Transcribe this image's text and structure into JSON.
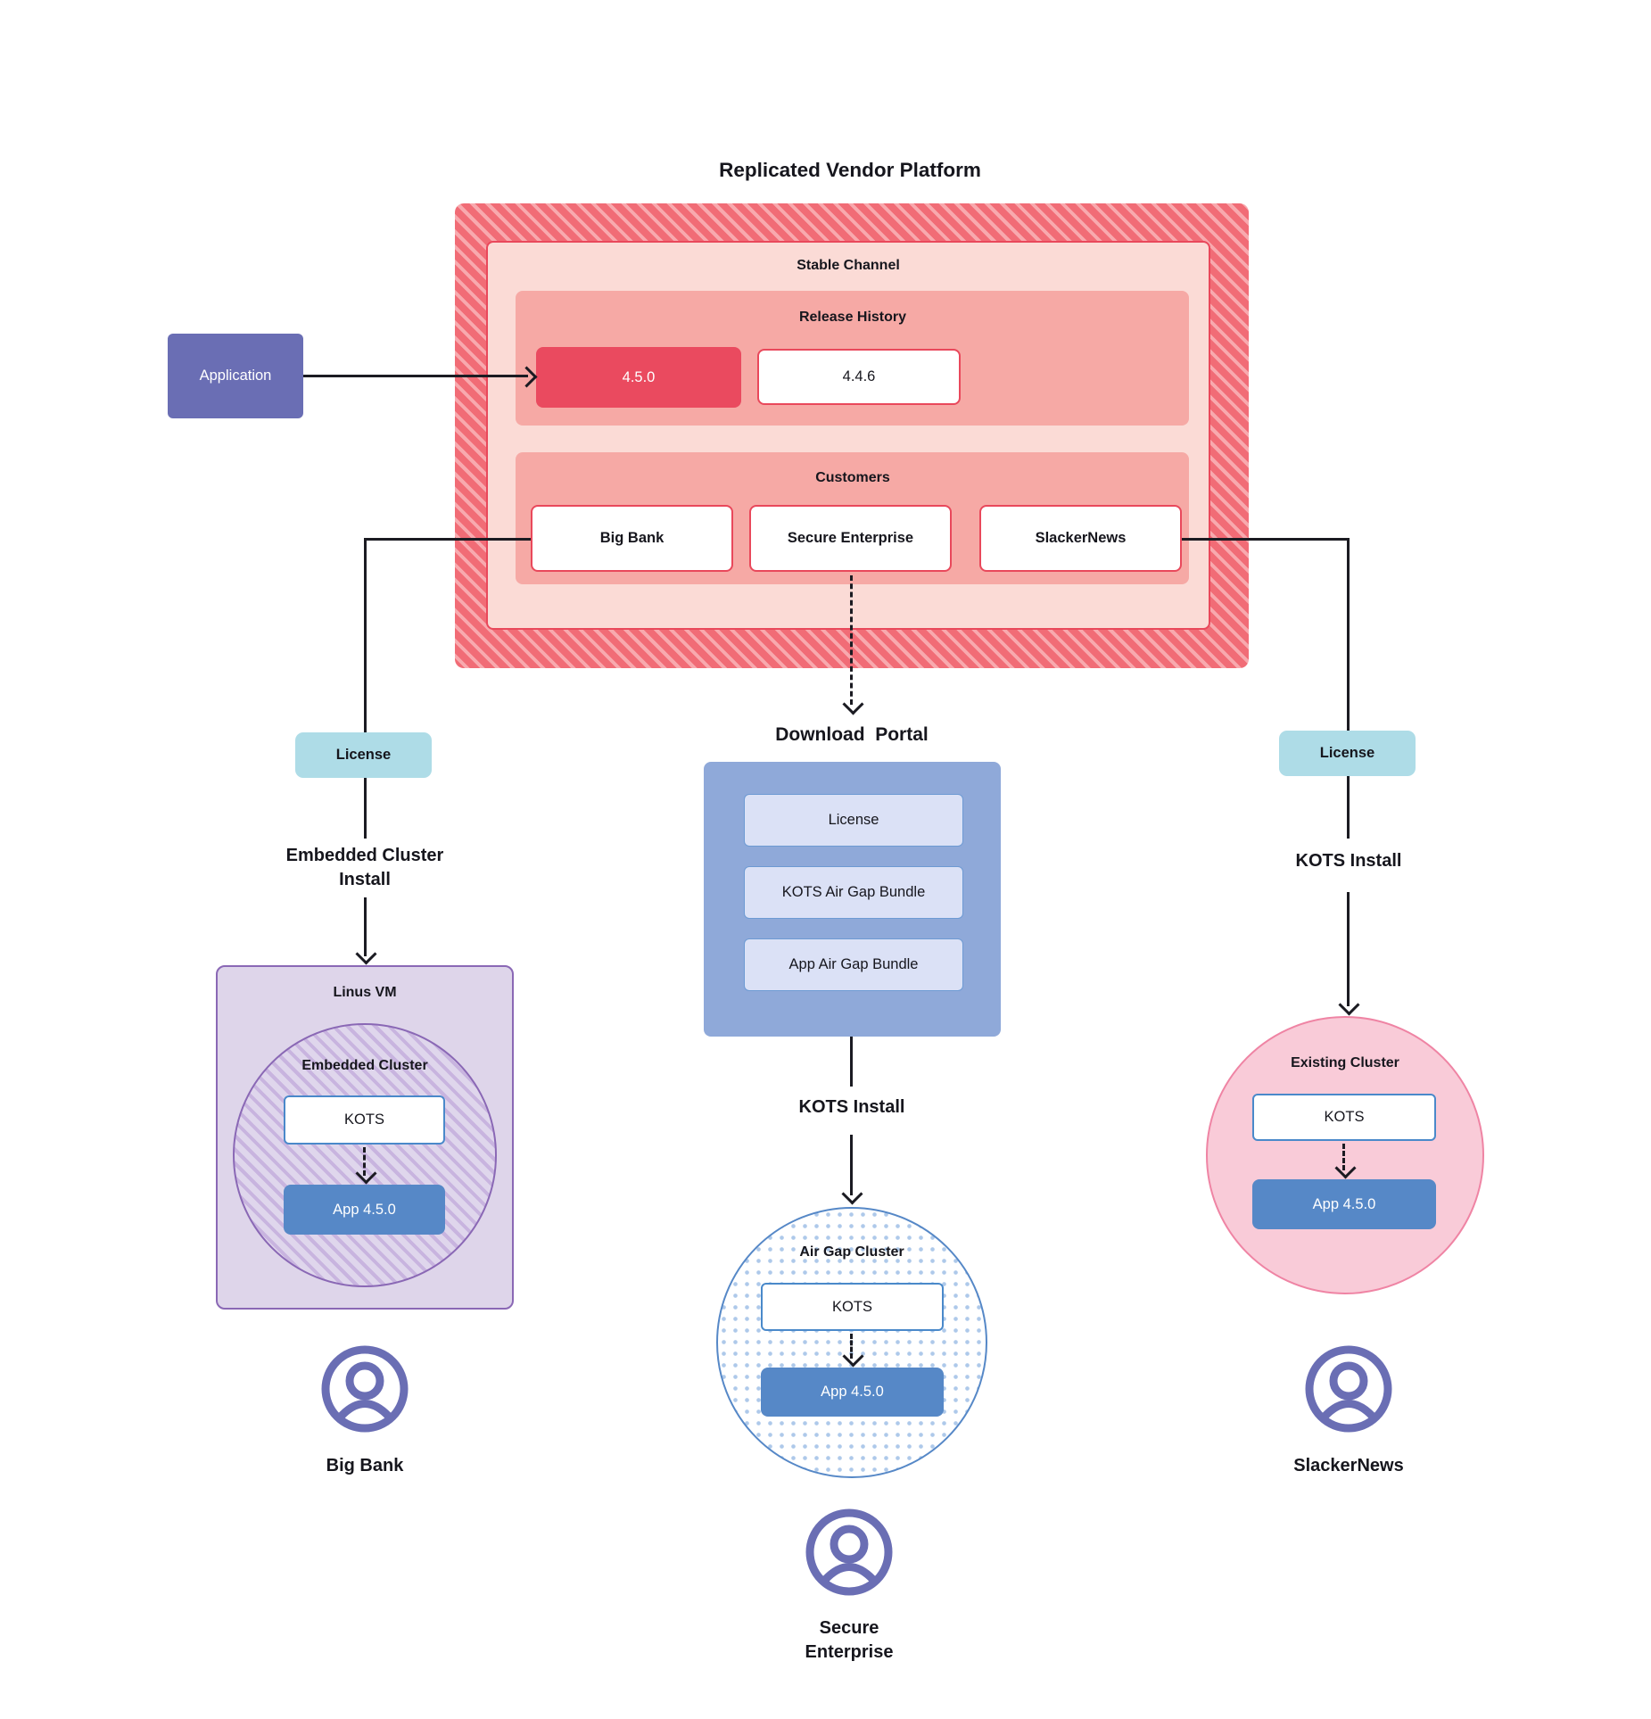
{
  "title": "Replicated Vendor Platform",
  "platform": {
    "stable_channel": "Stable Channel",
    "release_history": "Release History",
    "releases": [
      {
        "version": "4.5.0"
      },
      {
        "version": "4.4.6"
      }
    ],
    "customers_label": "Customers",
    "customers": [
      "Big Bank",
      "Secure Enterprise",
      "SlackerNews"
    ]
  },
  "application": "Application",
  "left": {
    "license": "License",
    "install": "Embedded Cluster Install",
    "vm": "Linus VM",
    "cluster": "Embedded Cluster",
    "kots": "KOTS",
    "app": "App 4.5.0",
    "user": "Big Bank"
  },
  "middle": {
    "portal_title": "Download  Portal",
    "portal_items": [
      "License",
      "KOTS Air Gap Bundle",
      "App Air Gap Bundle"
    ],
    "install": "KOTS Install",
    "cluster": "Air Gap Cluster",
    "kots": "KOTS",
    "app": "App 4.5.0",
    "user": "Secure Enterprise"
  },
  "right": {
    "license": "License",
    "install": "KOTS Install",
    "cluster": "Existing Cluster",
    "kots": "KOTS",
    "app": "App 4.5.0",
    "user": "SlackerNews"
  },
  "colors": {
    "platform_stripe_dark": "#f16c76",
    "platform_stripe_light": "#f8a9ae",
    "stable_fill": "#fbdbd6",
    "red_border": "#e9485b",
    "panel_pink": "#f6a9a5",
    "release_red": "#ea4a5f",
    "application_purple": "#6a6eb4",
    "license_teal": "#aedce7",
    "portal_blue": "#8fa9d9",
    "portal_item_fill": "#dbe1f6",
    "vm_purple_fill": "#ded5ea",
    "vm_purple_border": "#8a68b5",
    "app_blue": "#5688c7",
    "kots_border": "#4a89ca",
    "existing_pink_fill": "#f9cbd8",
    "existing_pink_border": "#ef84a4",
    "person_icon": "#6a6eb4",
    "line_black": "#1b1b22"
  }
}
